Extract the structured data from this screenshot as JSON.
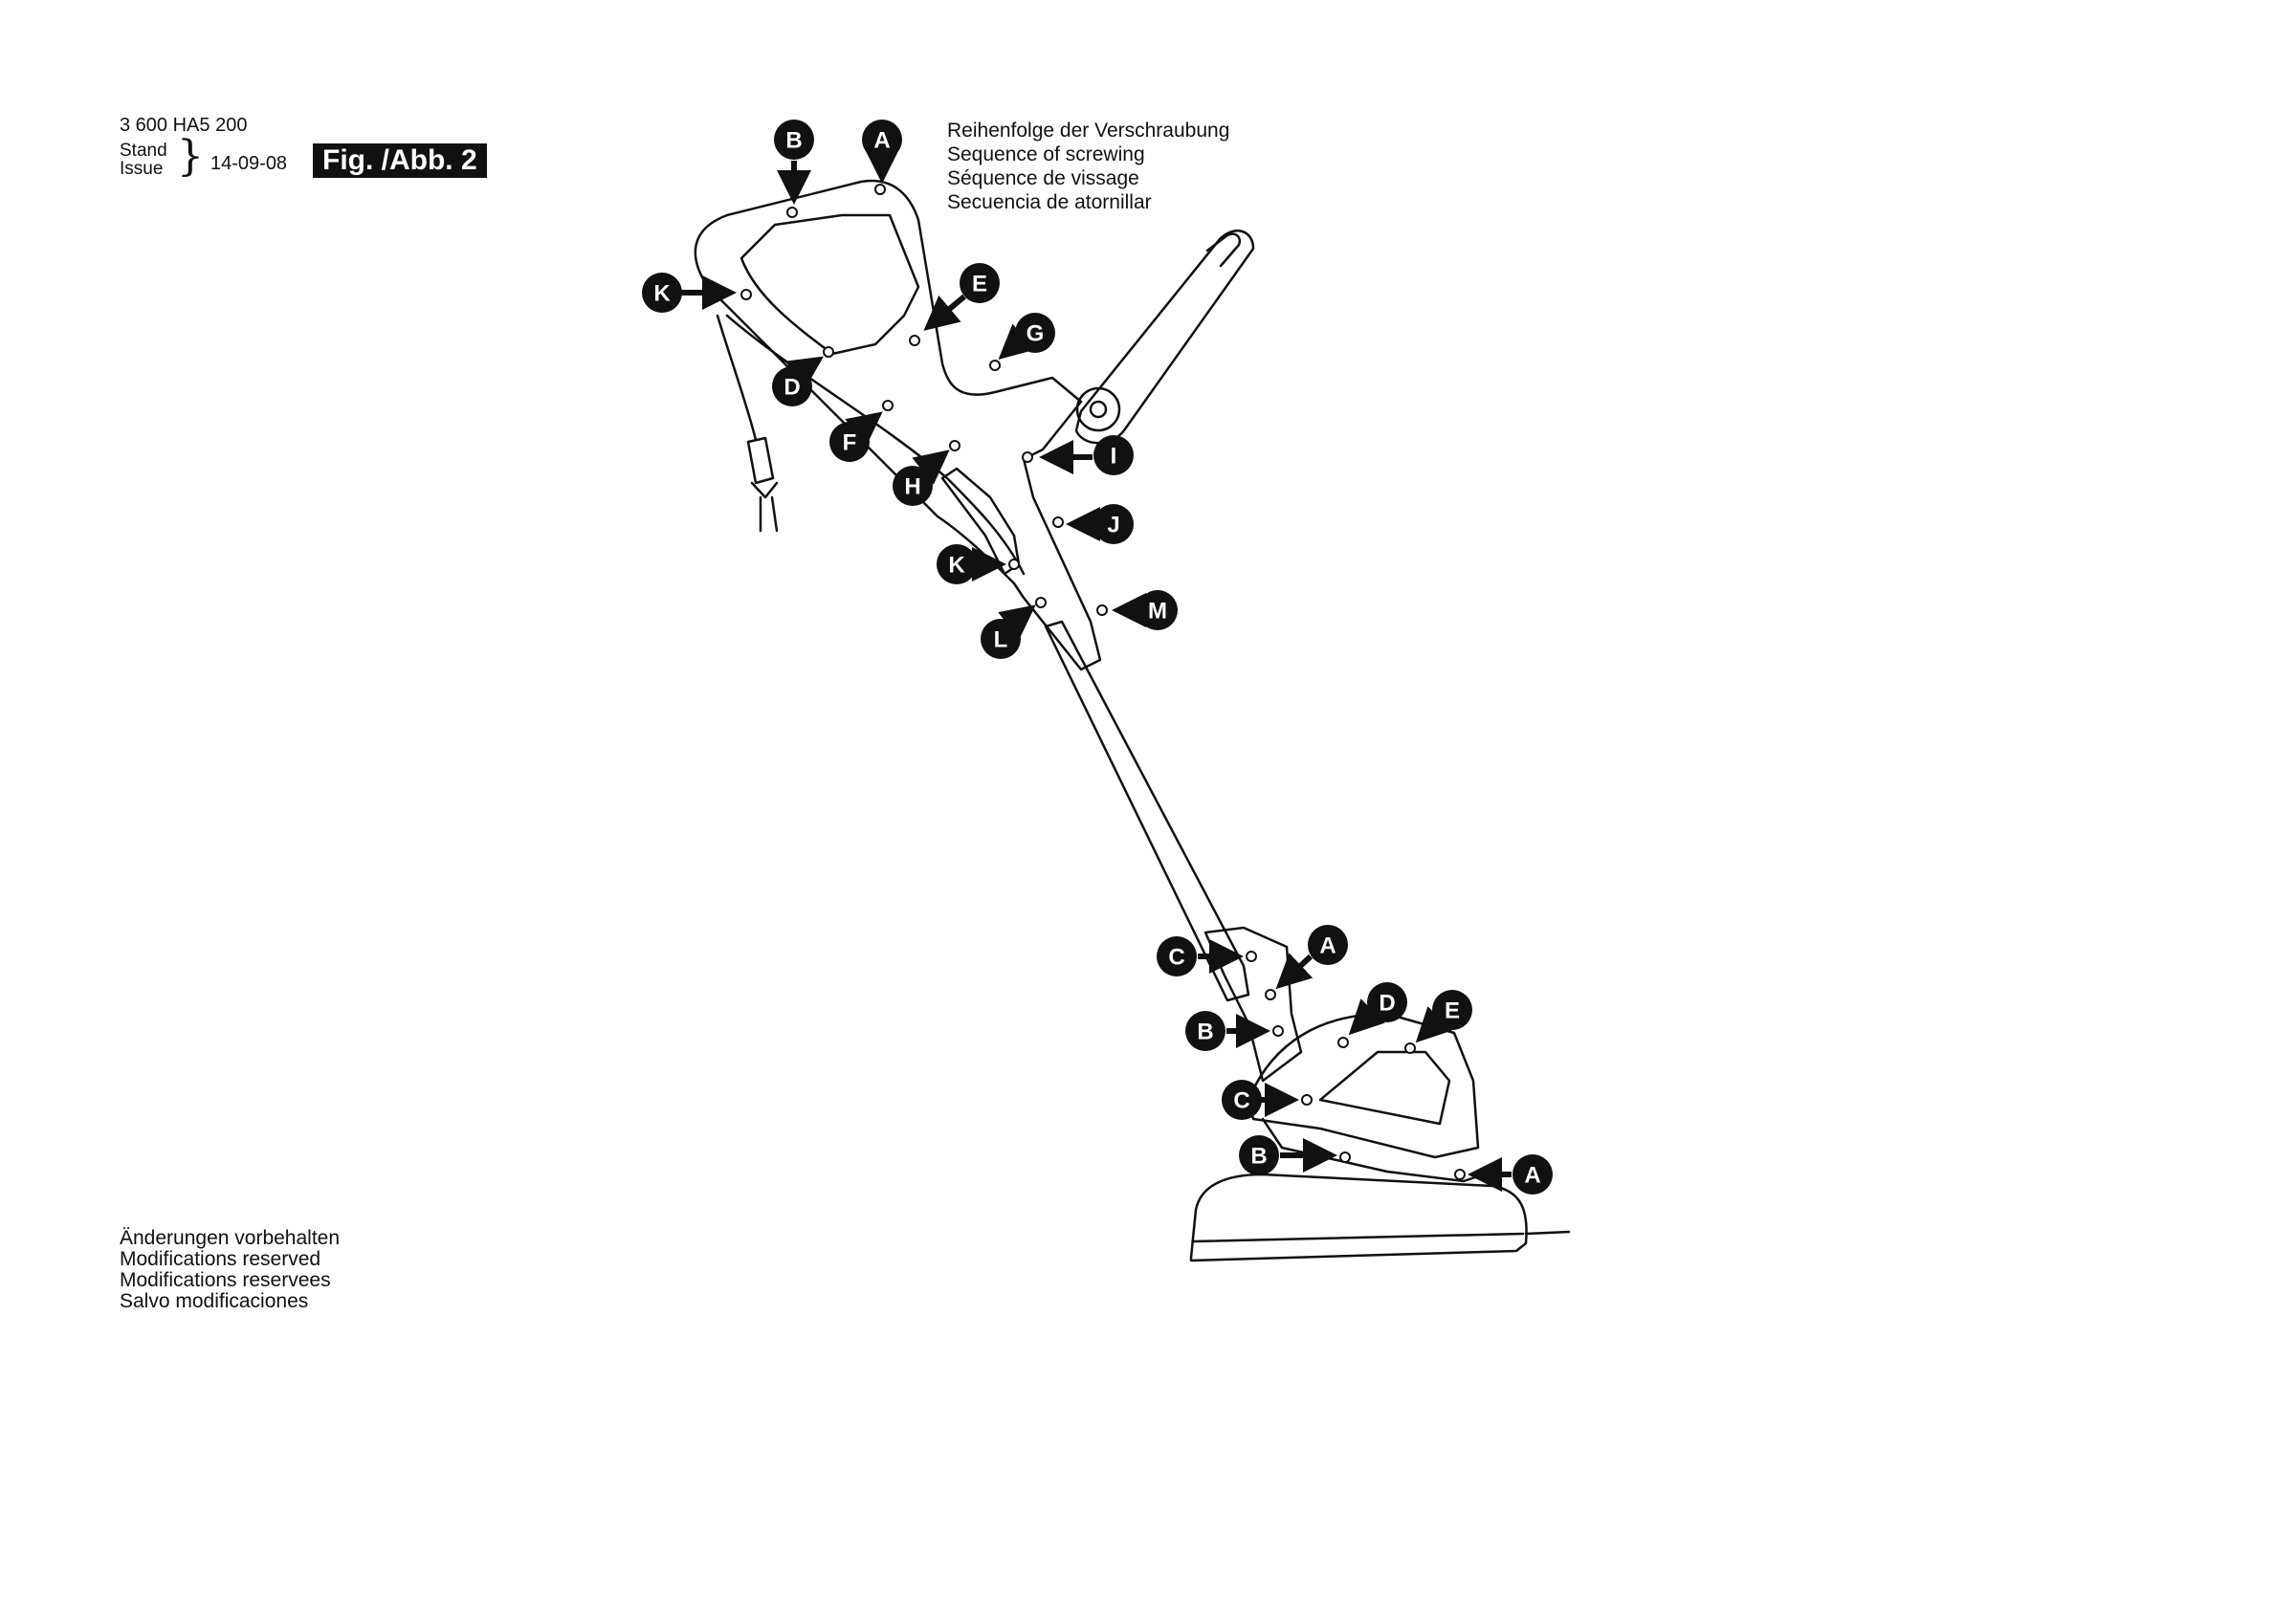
{
  "header": {
    "part_number": "3 600 HA5 200",
    "stand_label": "Stand",
    "issue_label": "Issue",
    "date": "14-09-08",
    "figure_label": "Fig. /Abb. 2"
  },
  "sequence_title": [
    "Reihenfolge der Verschraubung",
    "Sequence of screwing",
    "Séquence de vissage",
    "Secuencia de atornillar"
  ],
  "modifications": [
    "Änderungen vorbehalten",
    "Modifications reserved",
    "Modifications reservees",
    "Salvo modificaciones"
  ],
  "callouts": {
    "handle": [
      "B",
      "A",
      "K",
      "E",
      "G",
      "D",
      "F",
      "I",
      "H",
      "J",
      "K",
      "M",
      "L"
    ],
    "head": [
      "C",
      "A",
      "D",
      "E",
      "B",
      "C",
      "B",
      "A"
    ]
  }
}
